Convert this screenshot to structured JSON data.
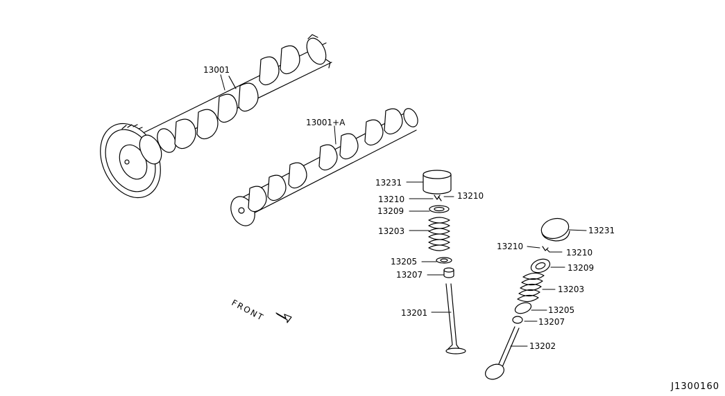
{
  "labels": {
    "camshaft_exhaust": "13001",
    "camshaft_intake": "13001+A",
    "lifter_upper": "13231",
    "collet_left_upper": "13210",
    "collet_right_upper": "13210",
    "retainer_upper": "13209",
    "spring_upper": "13203",
    "seat_upper": "13205",
    "seal_upper": "13207",
    "valve_intake": "13201",
    "lifter_lower": "13231",
    "collet_left_lower": "13210",
    "collet_right_lower": "13210",
    "retainer_lower": "13209",
    "spring_lower": "13203",
    "seat_lower": "13205",
    "seal_lower": "13207",
    "valve_exhaust": "13202"
  },
  "front_label": "FRONT",
  "diagram_code": "J1300160"
}
